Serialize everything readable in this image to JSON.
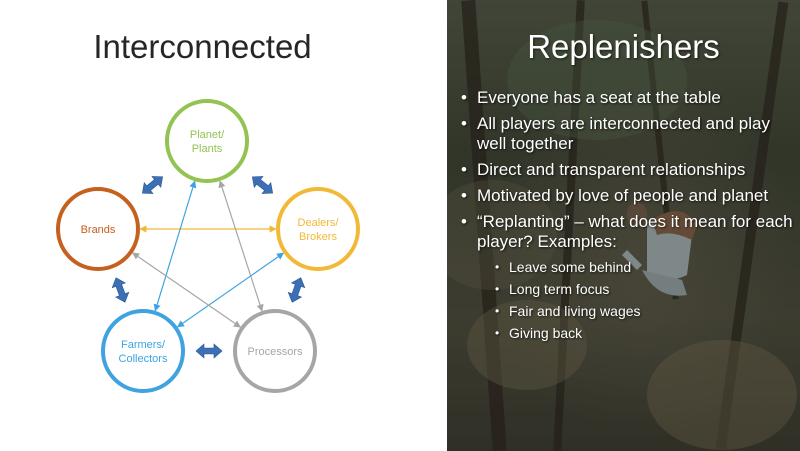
{
  "left": {
    "title": "Interconnected",
    "nodes": [
      {
        "id": "planet",
        "label_lines": [
          "Planet/",
          "Plants"
        ],
        "color": "#92c353"
      },
      {
        "id": "dealers",
        "label_lines": [
          "Dealers/",
          "Brokers"
        ],
        "color": "#f1b936"
      },
      {
        "id": "processors",
        "label_lines": [
          "Processors"
        ],
        "color": "#a6a6a6"
      },
      {
        "id": "farmers",
        "label_lines": [
          "Farmers/",
          "Collectors"
        ],
        "color": "#3fa3e0"
      },
      {
        "id": "brands",
        "label_lines": [
          "Brands"
        ],
        "color": "#c5601e"
      }
    ],
    "arrow_color": "#3d6fb6"
  },
  "right": {
    "title": "Replenishers",
    "bullets": [
      "Everyone has a seat at the table",
      "All players are interconnected and play well together",
      "Direct and transparent relationships",
      "Motivated by love of people and planet",
      "“Replanting” – what does it mean for each player? Examples:"
    ],
    "sub_bullets": [
      "Leave some behind",
      "Long term focus",
      "Fair and living wages",
      "Giving back"
    ]
  }
}
